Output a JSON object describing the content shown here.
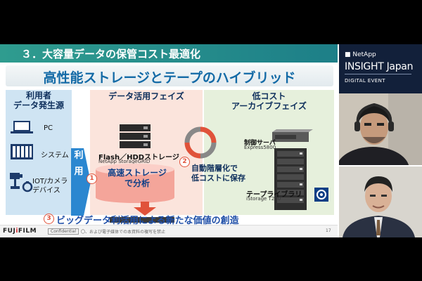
{
  "slide": {
    "title": "３．大容量データの保管コスト最適化",
    "subtitle": "高性能ストレージとテープのハイブリッド",
    "left_header": [
      "利用者",
      "データ発生源"
    ],
    "mid_header": "データ活用フェイズ",
    "right_header": [
      "低コスト",
      "アーカイブフェイズ"
    ],
    "sources": [
      "PC",
      "システム",
      "IOT/カメラ",
      "デバイス"
    ],
    "use_label": [
      "利",
      "用"
    ],
    "flash_label": "Flash／HDDストレージ",
    "flash_sub": "NetApp StorageGRID",
    "cylinder_text": [
      "高速ストレージ",
      "で分析"
    ],
    "auto_text": [
      "自動階層化で",
      "低コストに保存"
    ],
    "controller_label": "制御サーバ",
    "controller_sub": "Express5800",
    "tape_label": "テープライブラリ",
    "tape_sub": "iStorage T280",
    "bottom_message": "ビッグデータ利活用による新たな価値の創造",
    "badges": [
      "1",
      "2",
      "3"
    ],
    "footer": {
      "logo_a": "FUJ",
      "logo_b": "i",
      "logo_c": "FILM",
      "confidential": "Confidential",
      "note": "〇、および電子媒体での本資料の複写を禁止",
      "page": "17"
    }
  },
  "brand": {
    "top": "NetApp",
    "main": "INSIGHT Japan",
    "sub": "DIGITAL EVENT"
  },
  "colors": {
    "header_teal": "#2f9c8f",
    "subtitle_blue": "#136aa6",
    "use_blue": "#2b87d0",
    "accent_red": "#e0523a",
    "brand_navy": "#12203a"
  }
}
